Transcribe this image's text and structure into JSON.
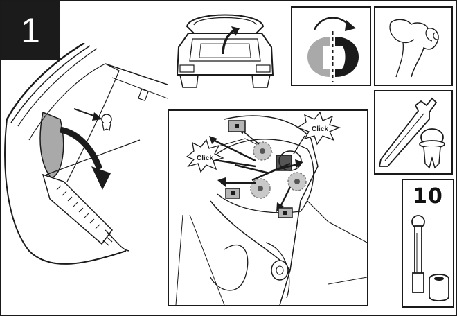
{
  "step": {
    "number": "1"
  },
  "callouts": {
    "click_label_left": "Click",
    "click_label_right": "Click"
  },
  "tool_panel": {
    "socket_size": "10"
  },
  "colors": {
    "ink": "#1b1b1b",
    "interior_gray": "#a9a9a9",
    "fastener_gray": "#c9c9c9",
    "badge_bg": "#1b1b1b"
  },
  "icons": [
    "hatchback-open-icon",
    "rotate-arrow-icon",
    "trim-clip-icon",
    "trim-removal-tool-icon",
    "socket-wrench-icon",
    "hand-icon"
  ]
}
